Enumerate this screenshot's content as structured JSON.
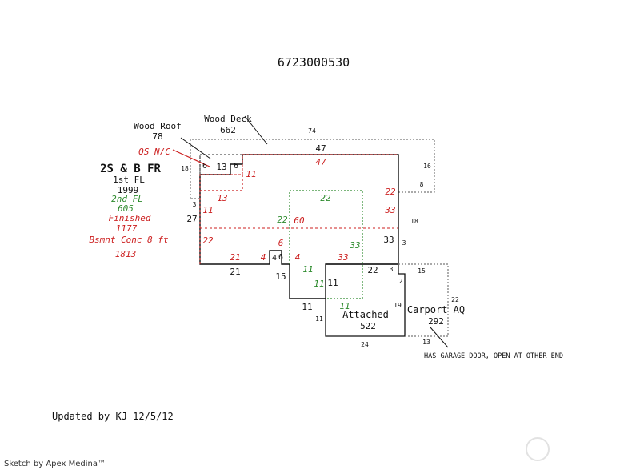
{
  "parcel_id": "6723000530",
  "wood_roof": {
    "label": "Wood Roof",
    "area": "78"
  },
  "wood_deck": {
    "label": "Wood Deck",
    "area": "662"
  },
  "os_nc": "OS N/C",
  "building": {
    "type": "2S & B FR",
    "first_floor_label": "1st FL",
    "first_floor_area": "1999",
    "second_floor_label": "2nd FL",
    "second_floor_area": "605",
    "finished_label": "Finished",
    "finished_area": "1177",
    "basement_label": "Bsmnt Conc 8 ft",
    "basement_area": "1813"
  },
  "garage": {
    "label": "Attached",
    "area": "522"
  },
  "carport": {
    "label": "Carport AQ",
    "area": "292"
  },
  "garage_note": "HAS GARAGE DOOR, OPEN AT OTHER END",
  "updated": "Updated by KJ 12/5/12",
  "footer": "Sketch by Apex Medina™",
  "dimensions": {
    "deck_top": "74",
    "deck_right": "16",
    "deck_right2": "8",
    "deck_left": "18",
    "deck_left2": "3",
    "roof_left": "6",
    "roof_mid": "13",
    "roof_right": "6",
    "main_top": "47",
    "left_side": "27",
    "bottom_left": "21",
    "notch_w": "4",
    "notch_h": "6",
    "notch_down": "15",
    "right_upper": "33",
    "right_small": "3",
    "right_small2": "18",
    "gar_top": "22",
    "gar_left": "11",
    "gar_bottom_left": "11",
    "gar_bottom_left2": "11",
    "gar_bottom": "24",
    "gar_right_top": "3",
    "gar_right": "2",
    "gar_right2": "19",
    "car_top": "15",
    "car_right": "22",
    "car_bottom": "13"
  },
  "red_dims": {
    "top": "47",
    "os_right": "11",
    "os_bottom": "13",
    "left_upper": "11",
    "left_lower": "22",
    "right": "22",
    "right2": "33",
    "mid_60": "60",
    "notch_6": "6",
    "bottom_21": "21",
    "bottom_4": "4",
    "bottom_4b": "4",
    "bottom_33": "33"
  },
  "green_dims": {
    "top": "22",
    "left": "22",
    "right": "33",
    "bottom": "11",
    "left2": "11",
    "bottom2": "11"
  }
}
